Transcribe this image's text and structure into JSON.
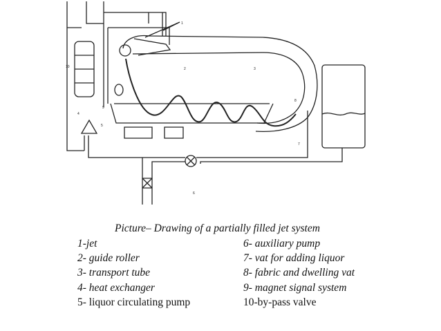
{
  "diagram": {
    "part_labels": [
      "1",
      "2",
      "3",
      "4",
      "5",
      "6",
      "7",
      "8",
      "9",
      "10"
    ]
  },
  "caption": {
    "title": "Picture– Drawing of a partially filled jet system",
    "legend": [
      "1-jet",
      "2- guide roller",
      "3- transport tube",
      "4- heat exchanger",
      "5- liquor circulating pump",
      "6- auxiliary pump",
      "7- vat for adding liquor",
      "8- fabric and dwelling vat",
      "9- magnet signal system",
      "10-by-pass valve"
    ]
  }
}
